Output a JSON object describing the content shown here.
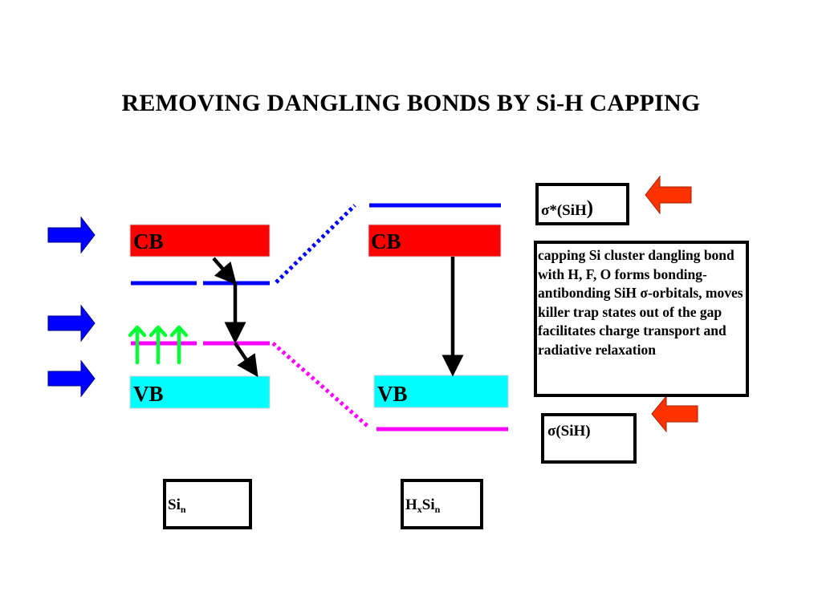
{
  "title": "REMOVING DANGLING BONDS BY Si-H CAPPING",
  "left_panel": {
    "cb_label": "CB",
    "vb_label": "VB",
    "cluster_base": "Si",
    "cluster_sub": "n"
  },
  "right_panel": {
    "cb_label": "CB",
    "vb_label": "VB",
    "cluster_h": "H",
    "cluster_h_sub": "x",
    "cluster_si": "Si",
    "cluster_si_sub": "n"
  },
  "sigma_star_label": "σ*(SiH",
  "sigma_star_paren": ")",
  "sigma_label": "σ(SiH)",
  "description": "capping Si cluster dangling bond with H, F, O forms bonding-antibonding SiH σ-orbitals, moves killer trap states out of the gap facilitates charge transport and radiative relaxation",
  "colors": {
    "conduction_band": "#ff0000",
    "valence_band": "#00ffff",
    "dangling_upper": "#0000ff",
    "dangling_lower": "#ff00ff",
    "excitation_arrows": "#00ff33",
    "side_arrows": "#0000ff",
    "pointer_arrows": "#ff3300"
  },
  "icons": [
    "blue-right-arrow-icon",
    "green-up-arrow-icon",
    "red-left-arrow-icon",
    "black-down-arrow-icon"
  ]
}
